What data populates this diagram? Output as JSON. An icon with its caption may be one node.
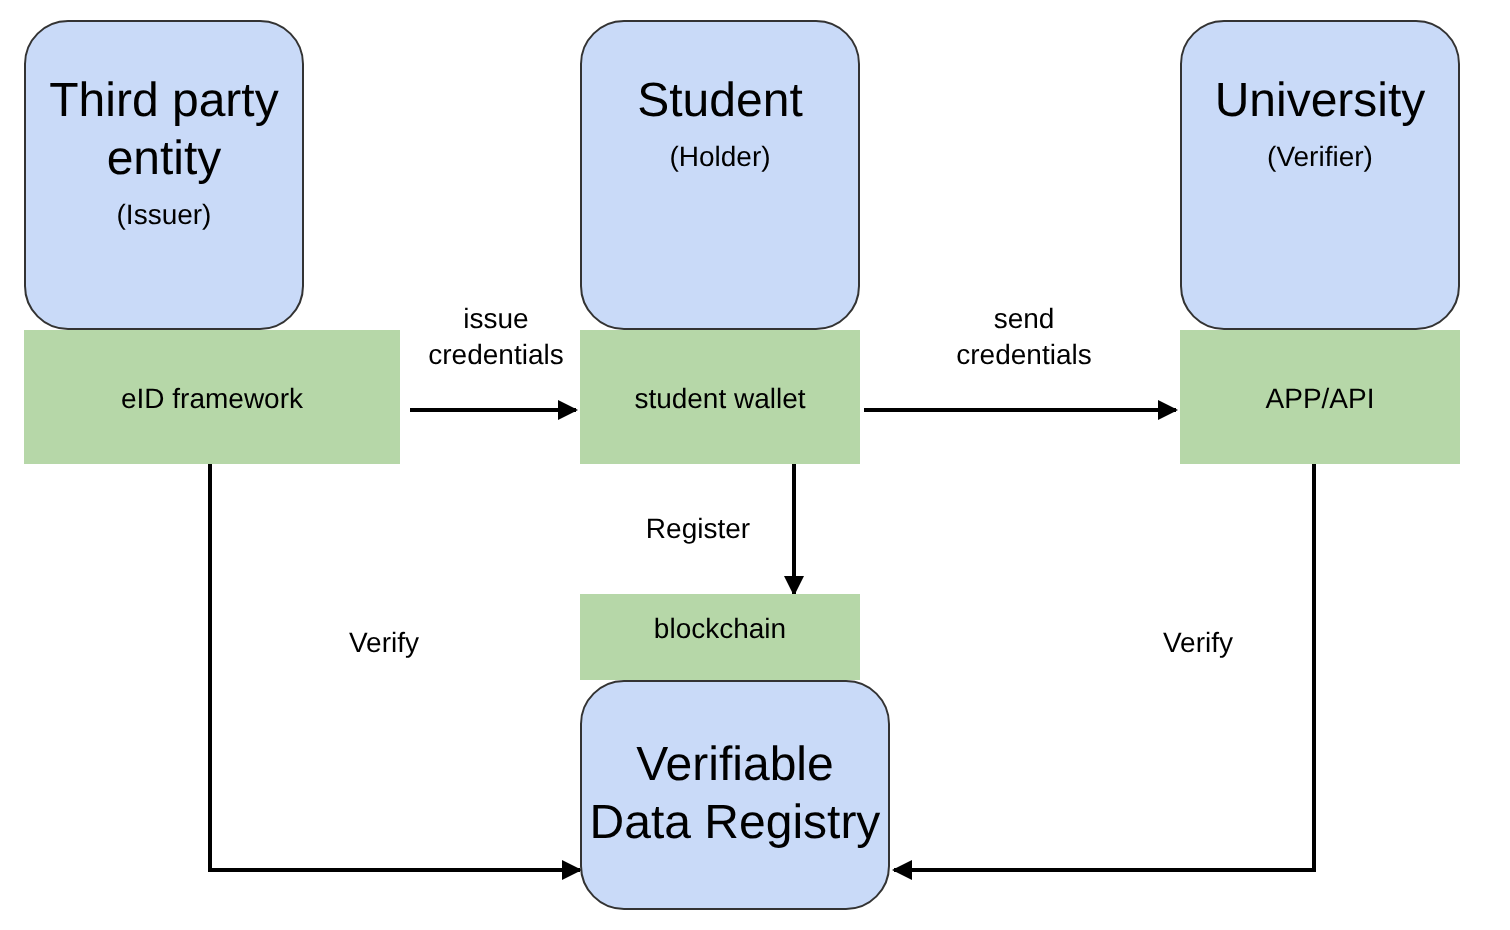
{
  "diagram": {
    "nodes": [
      {
        "text": [
          "Third party entity",
          "(Issuer)"
        ]
      },
      {
        "text": [
          "eID framework"
        ]
      },
      {
        "text": [
          "Student",
          "(Holder)"
        ]
      },
      {
        "text": [
          "student wallet"
        ]
      },
      {
        "text": [
          "University",
          "(Verifier)"
        ]
      },
      {
        "text": [
          "APP/API"
        ]
      },
      {
        "text": [
          "blockchain"
        ]
      },
      {
        "text": [
          "Verifiable Data Registry"
        ]
      }
    ],
    "edges": [
      {
        "from": 1,
        "to": 3,
        "arrow": "to",
        "label": "issue credentials"
      },
      {
        "from": 3,
        "to": 5,
        "arrow": "to",
        "label": "send credentials"
      },
      {
        "from": 3,
        "to": 6,
        "arrow": "to",
        "label": "Register"
      },
      {
        "from": 1,
        "to": 7,
        "arrow": "to",
        "label": "Verify"
      },
      {
        "from": 5,
        "to": 7,
        "arrow": "to",
        "label": "Verify"
      }
    ]
  }
}
